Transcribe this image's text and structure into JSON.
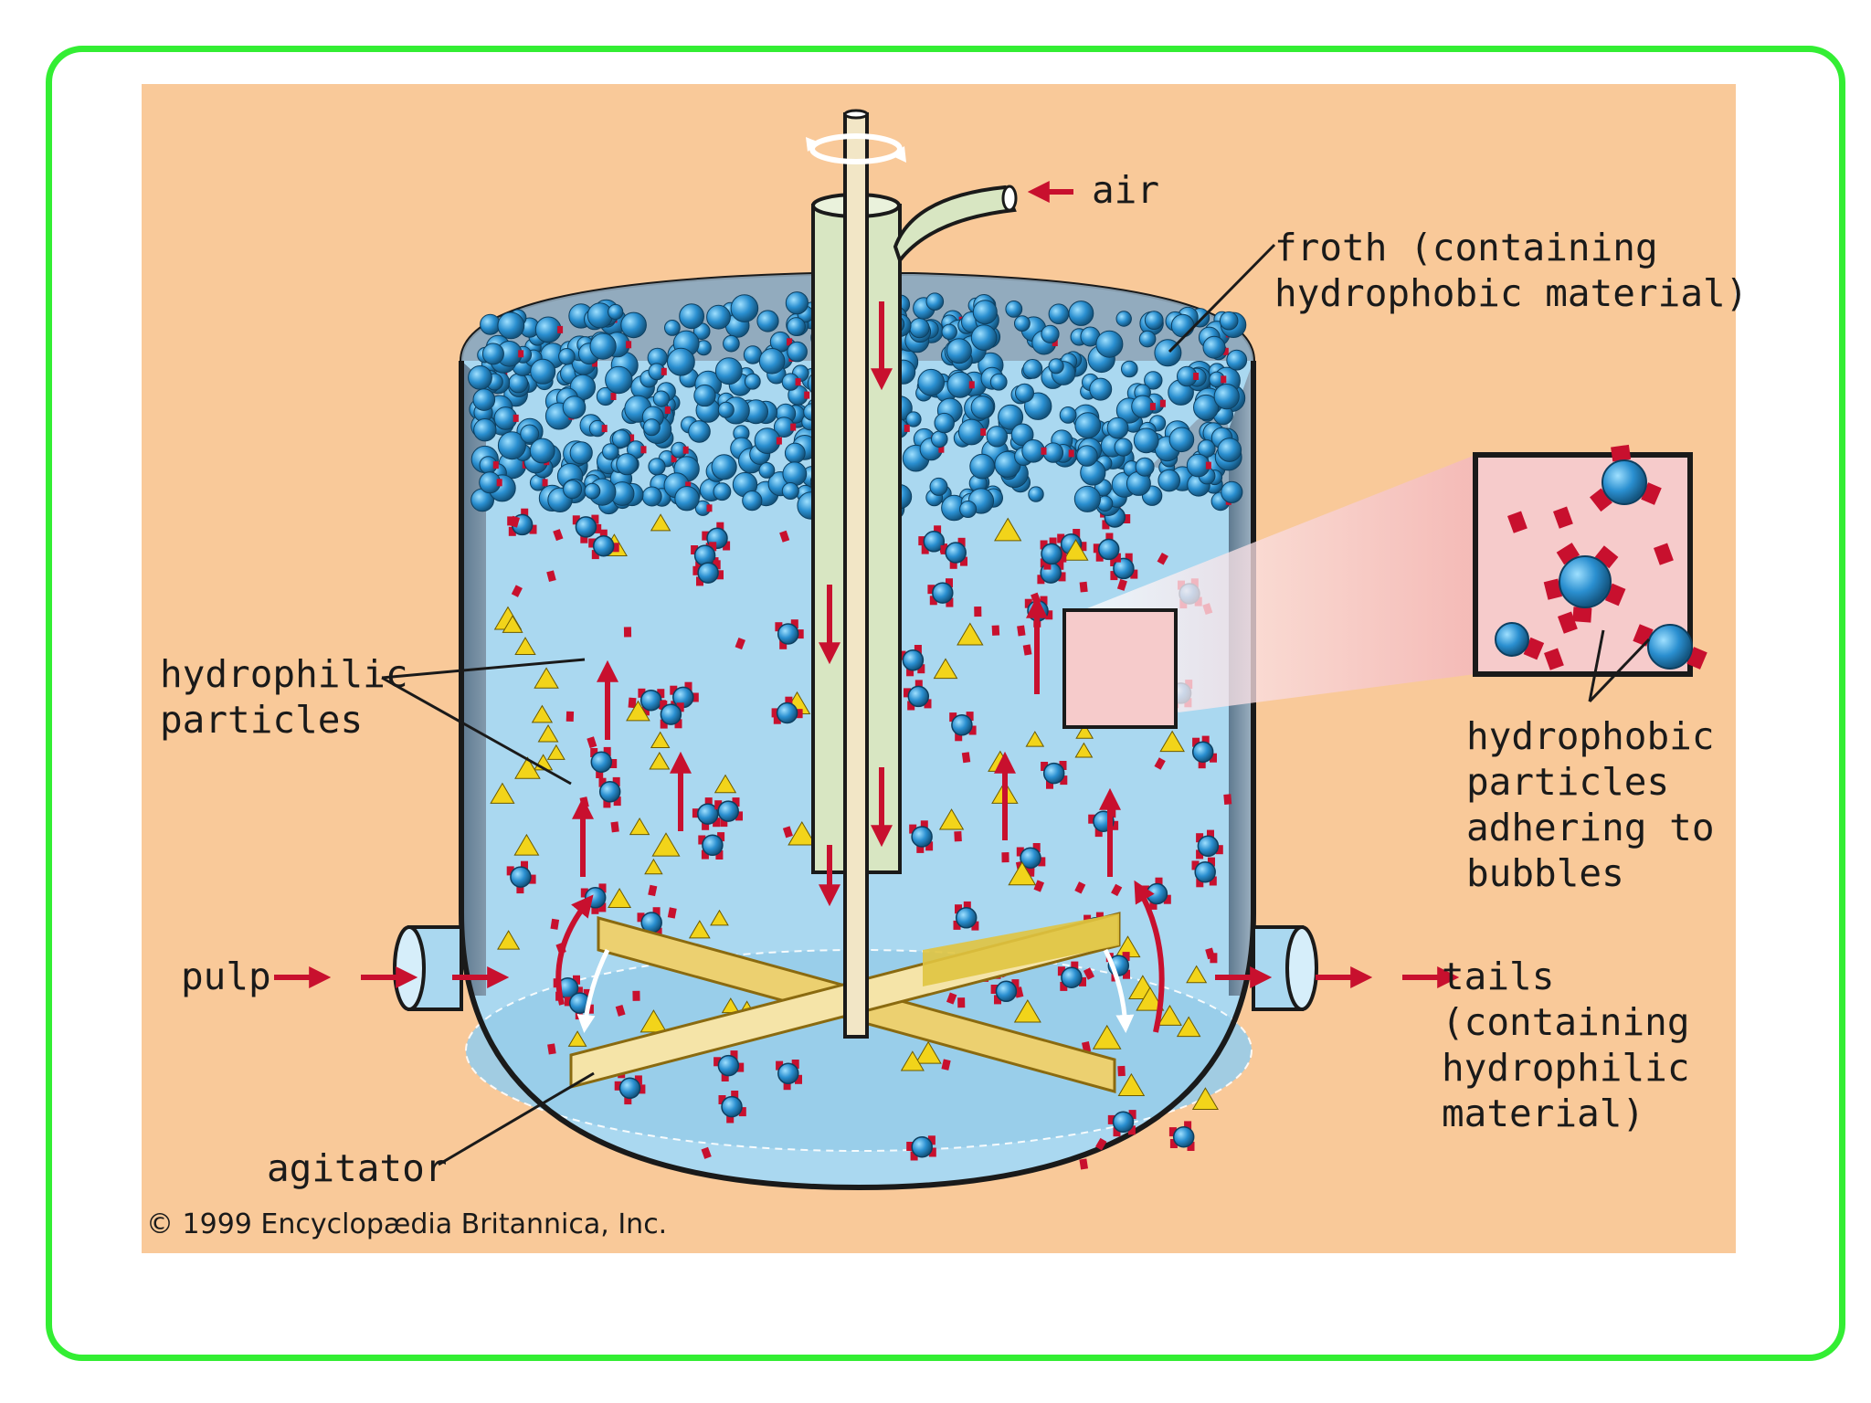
{
  "labels": {
    "air": "air",
    "froth_line1": "froth (containing",
    "froth_line2": "hydrophobic material)",
    "hydrophilic_line1": "hydrophilic",
    "hydrophilic_line2": "particles",
    "hydrophobic_line1": "hydrophobic",
    "hydrophobic_line2": "particles",
    "hydrophobic_line3": "adhering to",
    "hydrophobic_line4": "bubbles",
    "pulp": "pulp",
    "tails_line1": "tails",
    "tails_line2": "(containing",
    "tails_line3": "hydrophilic",
    "tails_line4": "material)",
    "agitator": "agitator"
  },
  "copyright": "© 1999 Encyclopædia Britannica, Inc.",
  "colors": {
    "frame": "#33ee33",
    "background": "#f9c999",
    "liquid": "#aad8f0",
    "tank_wall": "#7f97aa",
    "bubble": "#2a8fd0",
    "hydrophobic_particle": "#c8102e",
    "hydrophilic_particle": "#f2d41a",
    "flow_arrow": "#c8102e",
    "shaft": "#d8e6c2",
    "agitator_blade": "#ecd070"
  }
}
